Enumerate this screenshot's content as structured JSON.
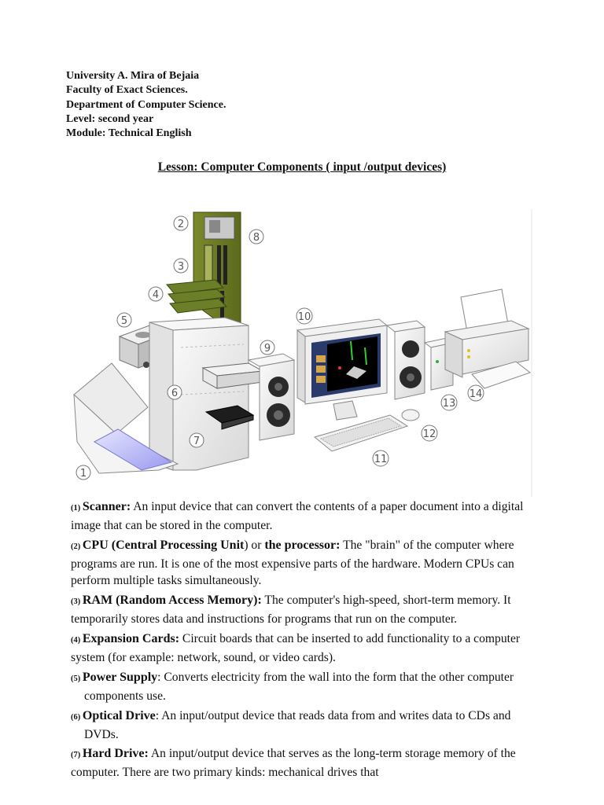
{
  "header": {
    "line1": "University A. Mira of Bejaia",
    "line2": "Faculty of Exact Sciences.",
    "line3": "Department of Computer Science.",
    "line4": "Level: second year",
    "line5": "Module: Technical English"
  },
  "lesson_title": "Lesson: Computer Components ( input /output devices)",
  "figure": {
    "labels": [
      "1",
      "2",
      "3",
      "4",
      "5",
      "6",
      "7",
      "8",
      "9",
      "10",
      "11",
      "12",
      "13",
      "14"
    ]
  },
  "definitions": [
    {
      "num": "(1) ",
      "term": "Scanner:",
      "text": " An input device that can convert the contents of a paper document into a digital image that can be stored in the computer."
    },
    {
      "num": "(2) ",
      "term": "CPU (",
      "term2": "Central Processing Unit",
      "mid": ") or ",
      "term3": "the processor:",
      "text": " The \"brain\" of the computer where programs are run. It is one of the most expensive parts of the hardware. Modern CPUs can perform multiple tasks simultaneously."
    },
    {
      "num": "(3) ",
      "term": "RAM (Random Access Memory):",
      "text": " The computer's high-speed, short-term memory. It temporarily stores data and instructions for programs that run on the computer."
    },
    {
      "num": "(4) ",
      "term": "Expansion Cards:",
      "text": " Circuit boards that can be inserted to add functionality to a computer system (for example: network, sound, or video cards)."
    },
    {
      "num": "(5) ",
      "term": "Power Supply",
      "text": ": Converts electricity from the wall into the form that the other computer components use."
    },
    {
      "num": "(6) ",
      "term": "Optical Drive",
      "text": ": An input/output device that reads data from and writes data to CDs and DVDs."
    },
    {
      "num": "(7) ",
      "term": "Hard Drive:",
      "text": " An input/output device that serves as the long-term storage memory of the computer. There are two primary kinds: mechanical drives that"
    }
  ]
}
